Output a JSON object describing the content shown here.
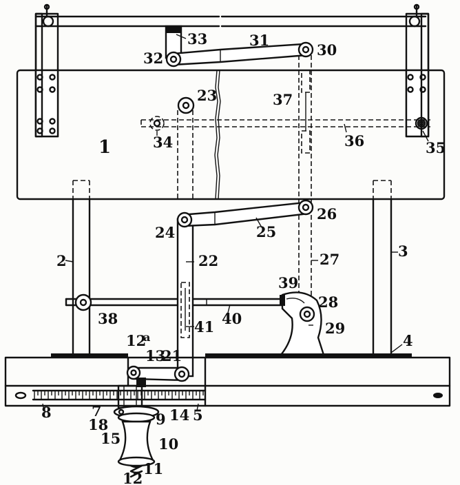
{
  "labels": {
    "n1": "1",
    "n2": "2",
    "n3": "3",
    "n4": "4",
    "n5": "5",
    "n7": "7",
    "n8": "8",
    "n9": "9",
    "n10": "10",
    "n11": "11",
    "n12": "12",
    "n12a": "12",
    "n12a_sup": "a",
    "n13": "13",
    "n14": "14",
    "n15": "15",
    "n18": "18",
    "n21": "21",
    "n22": "22",
    "n23": "23",
    "n24": "24",
    "n25": "25",
    "n26": "26",
    "n27": "27",
    "n28": "28",
    "n29": "29",
    "n30": "30",
    "n31": "31",
    "n32": "32",
    "n33": "33",
    "n34": "34",
    "n35": "35",
    "n36": "36",
    "n37": "37",
    "n38": "38",
    "n39": "39",
    "n40": "40",
    "n41": "41"
  }
}
